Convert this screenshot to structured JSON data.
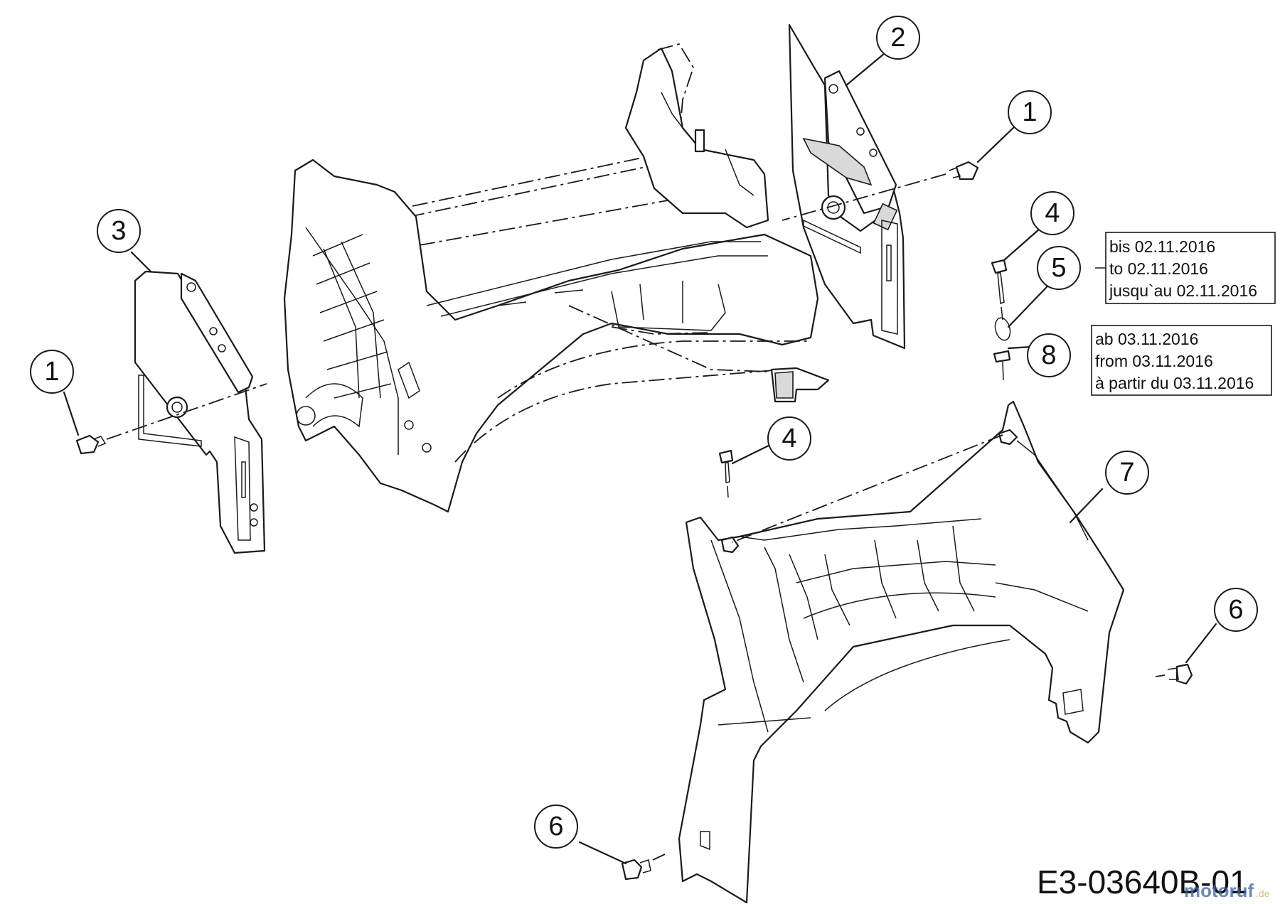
{
  "callouts": [
    {
      "num": "1"
    },
    {
      "num": "1"
    },
    {
      "num": "2"
    },
    {
      "num": "3"
    },
    {
      "num": "4"
    },
    {
      "num": "4"
    },
    {
      "num": "5"
    },
    {
      "num": "6"
    },
    {
      "num": "6"
    },
    {
      "num": "7"
    },
    {
      "num": "8"
    }
  ],
  "notes": {
    "before": [
      "bis 02.11.2016",
      "to 02.11.2016",
      "jusqu`au 02.11.2016"
    ],
    "after": [
      "ab 03.11.2016",
      "from 03.11.2016",
      "à partir du 03.11.2016"
    ]
  },
  "drawing_code": "E3-03640B-01",
  "watermark": "motoruf",
  "watermark_suffix": ".de",
  "colors": {
    "line": "#1a1a1a",
    "watermark_a": "#3a5fa8",
    "watermark_b": "#d8a83a"
  }
}
